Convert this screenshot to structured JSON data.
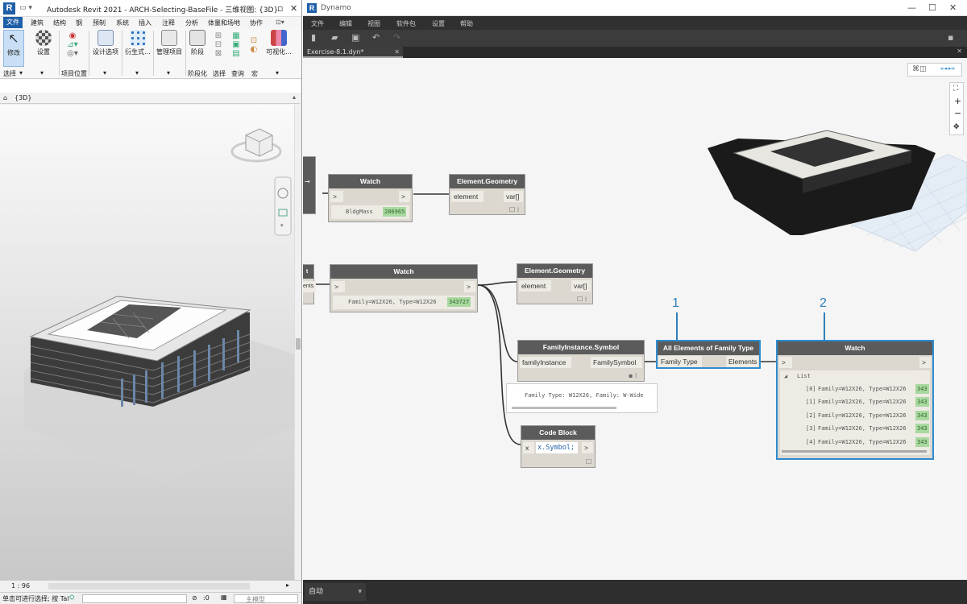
{
  "revit": {
    "title": "Autodesk Revit 2021 - ARCH-Selecting-BaseFile - 三维视图: {3D}",
    "logo": "R",
    "tabs": [
      "文件",
      "建筑",
      "结构",
      "钢",
      "预制",
      "系统",
      "插入",
      "注释",
      "分析",
      "体量和场地",
      "协作"
    ],
    "ribbon": {
      "modify": "修改",
      "settings": "设置",
      "design_options": "设计选项",
      "generative": "衍生式...",
      "manage_project": "管理项目",
      "phase": "阶段",
      "visual": "可视化...",
      "group_select": "选择",
      "group_location": "项目位置",
      "group_phasing": "阶段化",
      "group_selection": "选择",
      "group_inquiry": "查询",
      "group_macro": "宏"
    },
    "view_tab": "{3D}",
    "scale": "1 : 96",
    "status": "单击可进行选择; 按 Tal",
    "status_zero": ":0",
    "status_model": "主模型"
  },
  "dynamo": {
    "title": "Dynamo",
    "logo": "R",
    "menu": [
      "文件",
      "编辑",
      "视图",
      "软件包",
      "设置",
      "帮助"
    ],
    "tab": "Exercise-8.1.dyn*",
    "run_mode": "自动",
    "nodes": {
      "watch1": {
        "title": "Watch",
        "in": ">",
        "out": ">",
        "value": "BldgMass",
        "id": "286965"
      },
      "geom1": {
        "title": "Element.Geometry",
        "in": "element",
        "out": "var[]"
      },
      "watch2": {
        "title": "Watch",
        "in": ">",
        "out": ">",
        "value": "Family=W12X26, Type=W12X26",
        "id": "343727"
      },
      "geom2": {
        "title": "Element.Geometry",
        "in": "element",
        "out": "var[]"
      },
      "fis": {
        "title": "FamilyInstance.Symbol",
        "in": "familyInstance",
        "out": "FamilySymbol"
      },
      "preview": {
        "text": "Family Type: W12X26, Family: W-Wide"
      },
      "code": {
        "title": "Code Block",
        "in": "x",
        "code": "x.Symbol;",
        "out": ">"
      },
      "aeft": {
        "title": "All Elements of Family Type",
        "in": "Family Type",
        "out": "Elements"
      },
      "watch3": {
        "title": "Watch",
        "in": ">",
        "out": ">",
        "list": "List",
        "items": [
          {
            "idx": "[0]",
            "text": "Family=W12X26, Type=W12X26",
            "id": "343"
          },
          {
            "idx": "[1]",
            "text": "Family=W12X26, Type=W12X26",
            "id": "343"
          },
          {
            "idx": "[2]",
            "text": "Family=W12X26, Type=W12X26",
            "id": "343"
          },
          {
            "idx": "[3]",
            "text": "Family=W12X26, Type=W12X26",
            "id": "343"
          },
          {
            "idx": "[4]",
            "text": "Family=W12X26, Type=W12X26",
            "id": "343"
          }
        ]
      },
      "partial_left_a": "ents",
      "partial_left_b": "t"
    },
    "callouts": [
      "1",
      "2"
    ]
  }
}
